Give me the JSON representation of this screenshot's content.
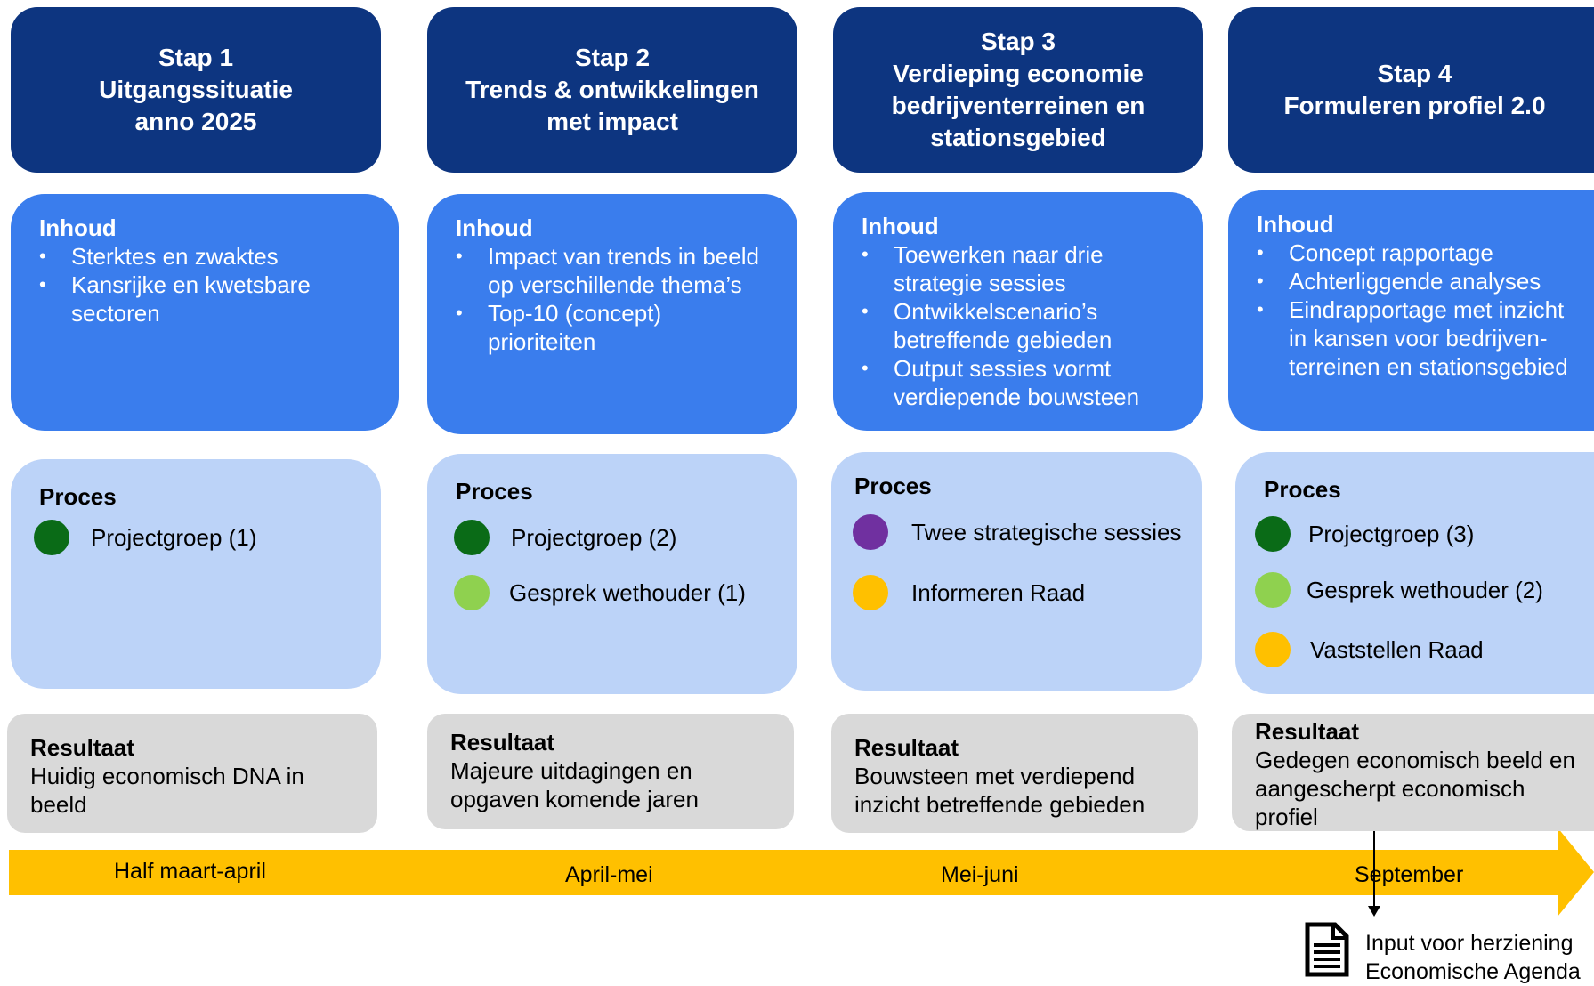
{
  "steps": [
    {
      "header": [
        "Stap 1",
        "Uitgangssituatie",
        "anno 2025"
      ],
      "inhoud_title": "Inhoud",
      "inhoud_items": [
        "Sterktes en zwaktes",
        "Kansrijke en kwetsbare sectoren"
      ],
      "proces_title": "Proces",
      "proces_items": [
        {
          "label": "Projectgroep (1)",
          "color": "#0a6b17"
        }
      ],
      "resultaat_title": "Resultaat",
      "resultaat_text": "Huidig economisch DNA in beeld",
      "phase": "Half maart-april"
    },
    {
      "header": [
        "Stap 2",
        "Trends & ontwikkelingen",
        "met impact"
      ],
      "inhoud_title": "Inhoud",
      "inhoud_items": [
        "Impact van trends in beeld op verschillende thema’s",
        "Top-10 (concept) prioriteiten"
      ],
      "proces_title": "Proces",
      "proces_items": [
        {
          "label": "Projectgroep (2)",
          "color": "#0a6b17"
        },
        {
          "label": "Gesprek wethouder (1)",
          "color": "#8fd14f"
        }
      ],
      "resultaat_title": "Resultaat",
      "resultaat_text": "Majeure uitdagingen en opgaven komende jaren",
      "phase": "April-mei"
    },
    {
      "header": [
        "Stap 3",
        "Verdieping economie",
        "bedrijventerreinen en",
        "stationsgebied"
      ],
      "inhoud_title": "Inhoud",
      "inhoud_items": [
        "Toewerken naar drie strategie sessies",
        "Ontwikkelscenario’s betreffende gebieden",
        "Output sessies vormt verdiepende bouwsteen"
      ],
      "proces_title": "Proces",
      "proces_items": [
        {
          "label": "Twee strategische sessies",
          "color": "#7030a0"
        },
        {
          "label": "Informeren Raad",
          "color": "#ffc000"
        }
      ],
      "resultaat_title": "Resultaat",
      "resultaat_text": "Bouwsteen met verdiepend inzicht betreffende gebieden",
      "phase": "Mei-juni"
    },
    {
      "header": [
        "Stap 4",
        "Formuleren profiel 2.0"
      ],
      "inhoud_title": "Inhoud",
      "inhoud_items": [
        "Concept rapportage",
        "Achterliggende analyses",
        "Eindrapportage met inzicht in kansen voor bedrijven-terreinen en stationsgebied"
      ],
      "proces_title": "Proces",
      "proces_items": [
        {
          "label": "Projectgroep (3)",
          "color": "#0a6b17"
        },
        {
          "label": "Gesprek wethouder (2)",
          "color": "#8fd14f"
        },
        {
          "label": "Vaststellen Raad",
          "color": "#ffc000"
        }
      ],
      "resultaat_title": "Resultaat",
      "resultaat_text": "Gedegen economisch beeld en aangescherpt economisch profiel",
      "phase": "September"
    }
  ],
  "output_note": {
    "line1": "Input voor herziening",
    "line2": "Economische Agenda"
  },
  "colors": {
    "header": "#0d3580",
    "inhoud": "#3a7ded",
    "proces": "#bcd3f8",
    "resultaat": "#d9d9d9",
    "timeline": "#ffc000"
  }
}
